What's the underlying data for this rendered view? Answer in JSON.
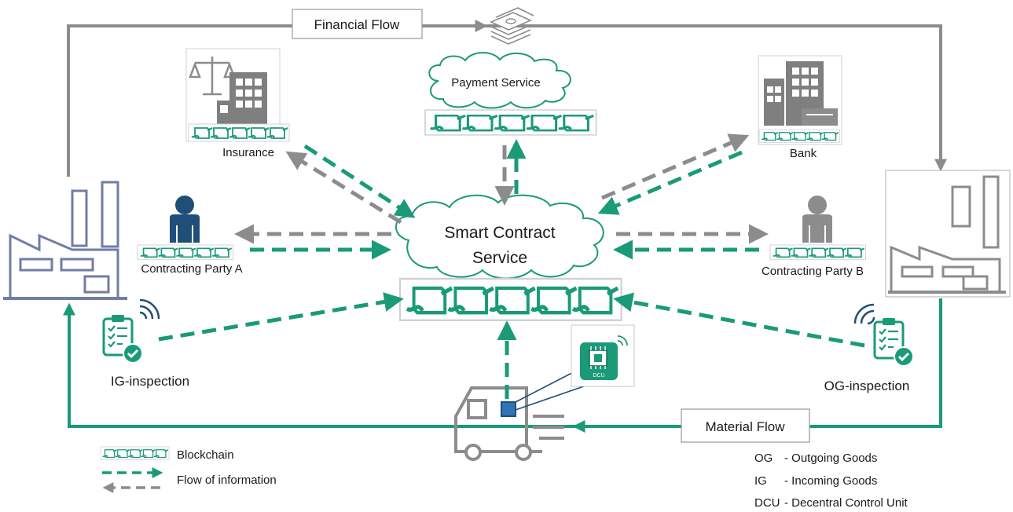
{
  "colors": {
    "teal": "#1a9a78",
    "grey": "#8c8c8c",
    "navy": "#1f4e79",
    "factory_blue": "#6f7ea6",
    "dark": "#1a1a1a"
  },
  "flows": {
    "financial": "Financial Flow",
    "material": "Material Flow"
  },
  "center": {
    "smart_contract_line1": "Smart Contract",
    "smart_contract_line2": "Service",
    "payment_service": "Payment Service"
  },
  "nodes": {
    "insurance": "Insurance",
    "bank": "Bank",
    "party_a": "Contracting Party A",
    "party_b": "Contracting Party B",
    "ig_inspection": "IG-inspection",
    "og_inspection": "OG-inspection",
    "dcu_chip": "DCU"
  },
  "legend": {
    "blockchain": "Blockchain",
    "flow_info": "Flow of information"
  },
  "abbreviations": [
    {
      "abbr": "OG",
      "desc": "- Outgoing Goods"
    },
    {
      "abbr": "IG",
      "desc": "- Incoming Goods"
    },
    {
      "abbr": "DCU",
      "desc": "- Decentral Control Unit"
    }
  ],
  "icons": {
    "money": "money-stack-icon",
    "insurance": "insurance-building-icon",
    "bank": "bank-building-icon",
    "factory_in": "factory-icon",
    "factory_out": "factory-icon",
    "truck": "truck-icon",
    "chip": "chip-icon",
    "clipboard": "clipboard-check-icon",
    "person": "person-icon",
    "blockchain": "blockchain-icon"
  }
}
